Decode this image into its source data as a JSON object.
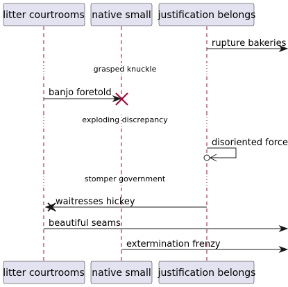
{
  "participants": [
    {
      "id": "p1",
      "label": "litter courtrooms"
    },
    {
      "id": "p2",
      "label": "native small"
    },
    {
      "id": "p3",
      "label": "justification belongs"
    }
  ],
  "messages": {
    "m1": "rupture bakeries",
    "m2": "banjo foretold",
    "m3": "disoriented forces",
    "m4": "waitresses hickey",
    "m5": "beautiful seams",
    "m6": "extermination frenzy"
  },
  "dividers": {
    "d1": "grasped knuckle",
    "d2": "exploding discrepancy",
    "d3": "stomper government"
  }
}
